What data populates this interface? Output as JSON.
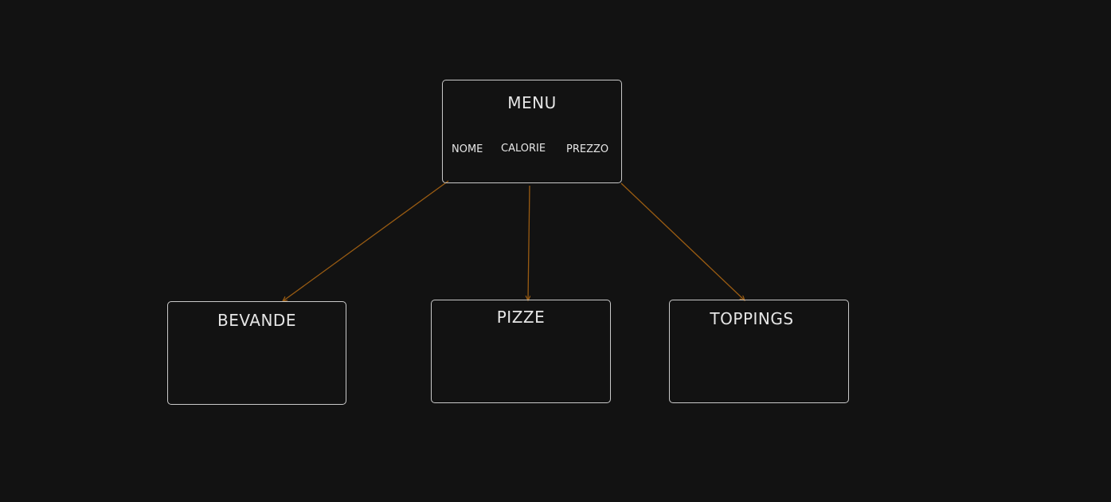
{
  "diagram": {
    "menu": {
      "title": "MENU",
      "fields": [
        "NOME",
        "CALORIE",
        "PREZZO"
      ]
    },
    "children": [
      {
        "id": "bevande",
        "title": "BEVANDE"
      },
      {
        "id": "pizze",
        "title": "PIZZE"
      },
      {
        "id": "toppings",
        "title": "TOPPINGS"
      }
    ],
    "edges": [
      {
        "from": "menu",
        "to": "bevande"
      },
      {
        "from": "menu",
        "to": "pizze"
      },
      {
        "from": "menu",
        "to": "toppings"
      }
    ],
    "colors": {
      "background": "#121212",
      "box_border": "#c9c9c9",
      "text": "#e6e6e6",
      "arrow": "#9a5c12"
    }
  }
}
